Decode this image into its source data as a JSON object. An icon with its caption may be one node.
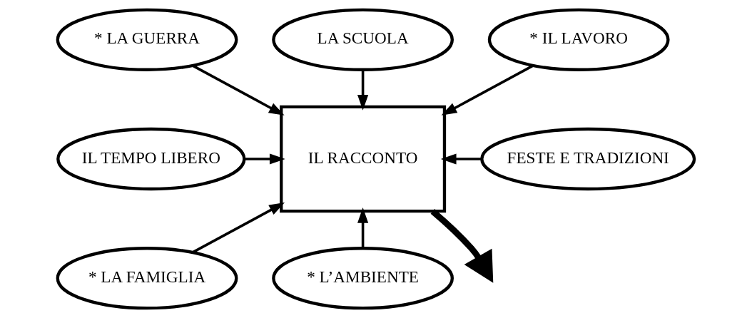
{
  "diagram": {
    "nodes": [
      {
        "text": [
          "* LA GUERRA"
        ]
      },
      {
        "text": [
          "LA SCUOLA"
        ]
      },
      {
        "text": [
          "* IL LAVORO"
        ]
      },
      {
        "text": [
          "IL TEMPO LIBERO"
        ]
      },
      {
        "text": [
          "IL RACCONTO"
        ]
      },
      {
        "text": [
          "FESTE E TRADIZIONI"
        ]
      },
      {
        "text": [
          "* LA FAMIGLIA"
        ]
      },
      {
        "text": [
          "* L’AMBIENTE"
        ]
      }
    ],
    "edges": [
      {
        "from": 0,
        "to": 4,
        "arrow": "to"
      },
      {
        "from": 1,
        "to": 4,
        "arrow": "to"
      },
      {
        "from": 2,
        "to": 4,
        "arrow": "to"
      },
      {
        "from": 3,
        "to": 4,
        "arrow": "to"
      },
      {
        "from": 5,
        "to": 4,
        "arrow": "to"
      },
      {
        "from": 6,
        "to": 4,
        "arrow": "to"
      },
      {
        "from": 7,
        "to": 4,
        "arrow": "to"
      },
      {
        "from": 4,
        "to": null,
        "arrow": "to",
        "style": "thick"
      }
    ]
  }
}
